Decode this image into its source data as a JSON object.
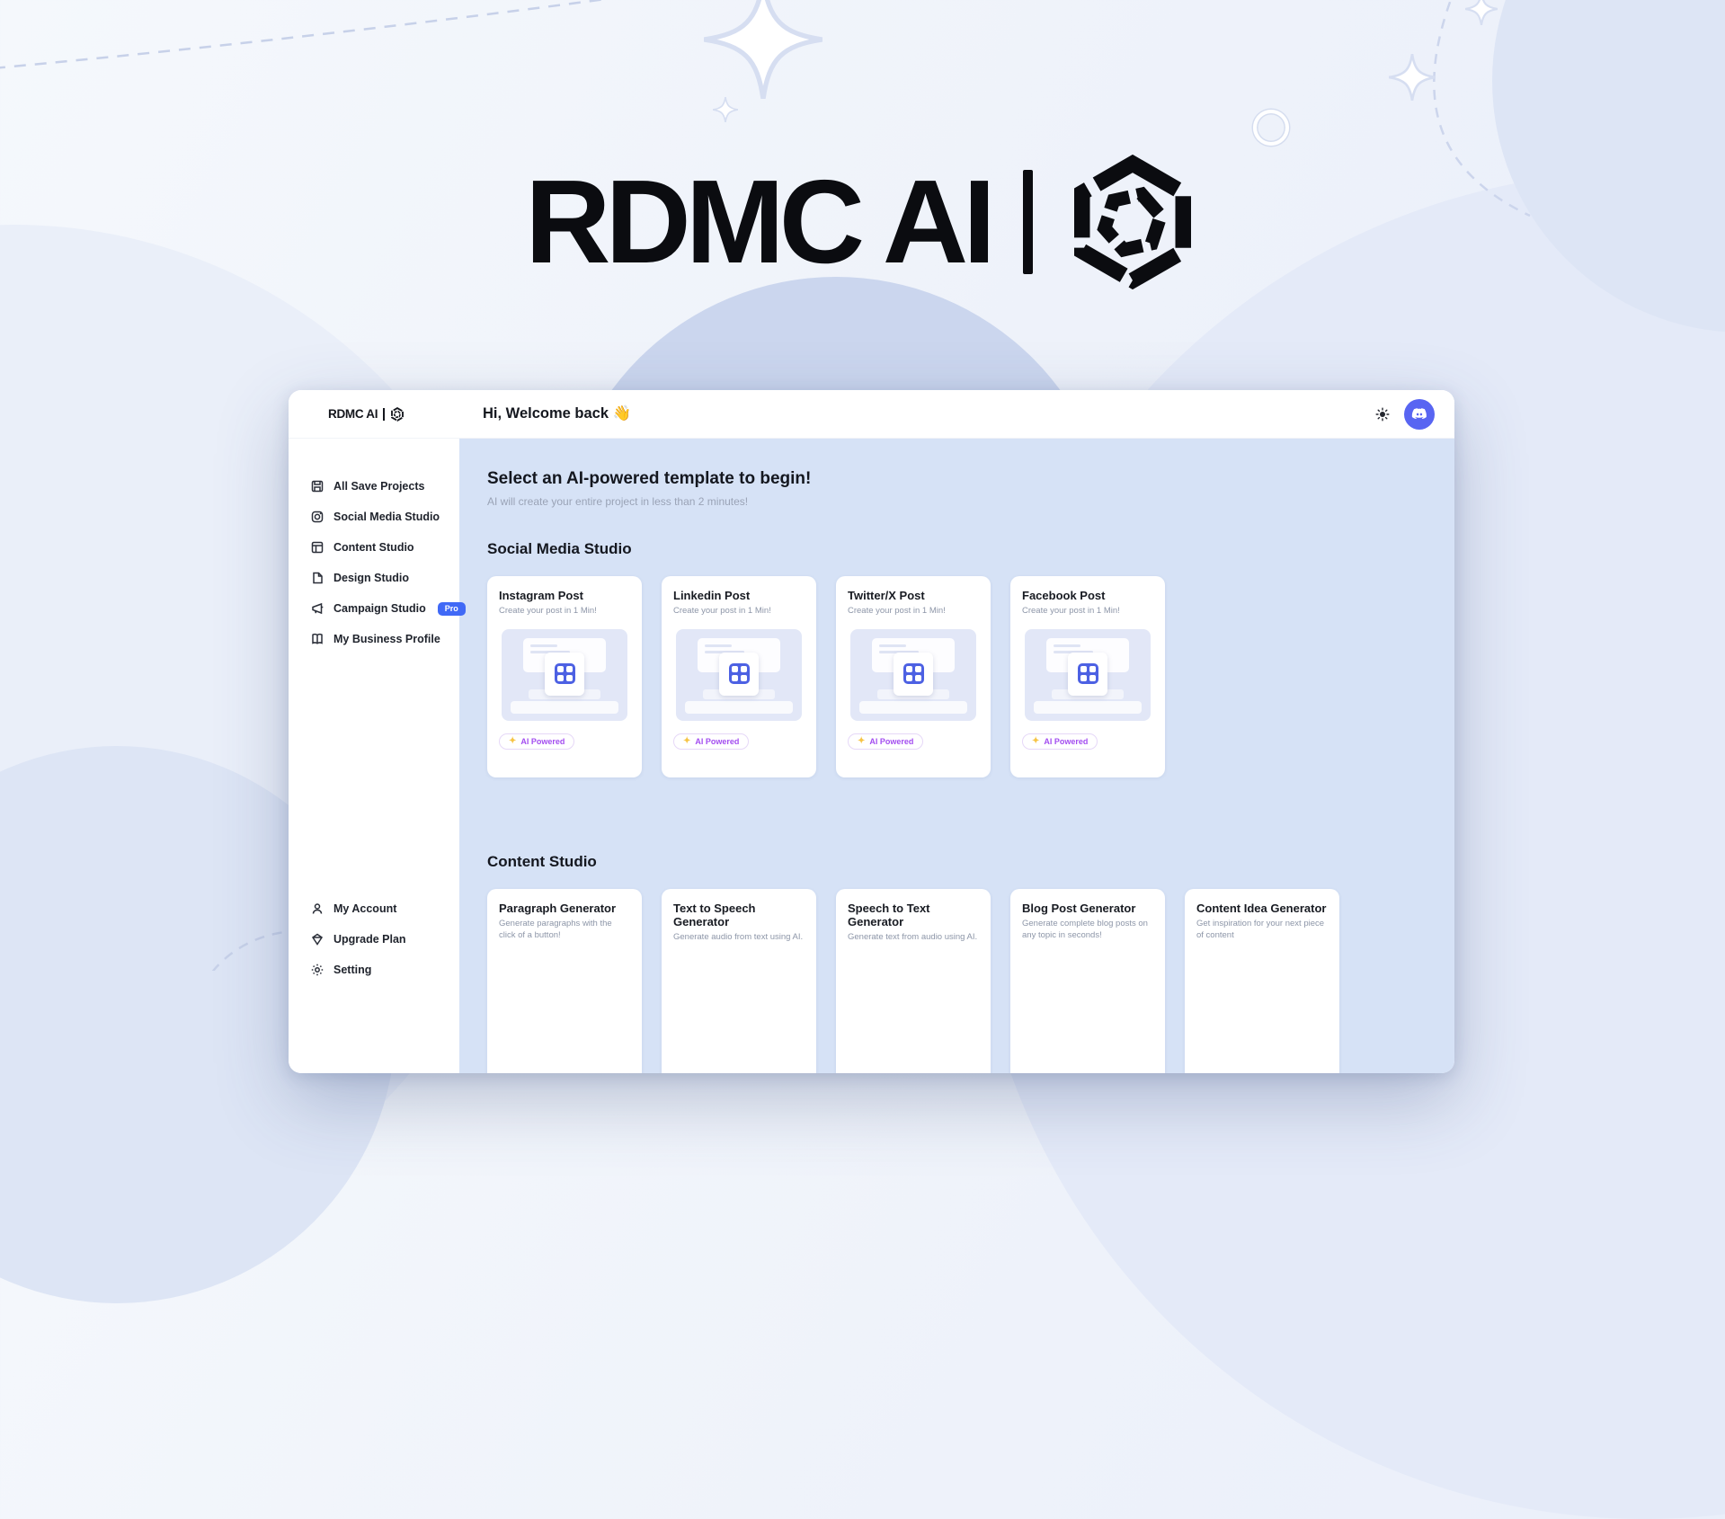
{
  "hero": {
    "brand": "RDMC AI"
  },
  "window": {
    "titlebar": {
      "brand": "RDMC AI",
      "greeting": "Hi, Welcome back 👋"
    },
    "sidebar": {
      "items": [
        {
          "label": "All Save Projects",
          "icon": "save-projects-icon"
        },
        {
          "label": "Social Media Studio",
          "icon": "social-media-icon"
        },
        {
          "label": "Content Studio",
          "icon": "content-studio-icon"
        },
        {
          "label": "Design Studio",
          "icon": "design-studio-icon"
        },
        {
          "label": "Campaign Studio",
          "icon": "campaign-studio-icon",
          "badge": "Pro"
        },
        {
          "label": "My Business Profile",
          "icon": "business-profile-icon"
        }
      ],
      "footer_items": [
        {
          "label": "My Account",
          "icon": "account-icon"
        },
        {
          "label": "Upgrade Plan",
          "icon": "upgrade-icon"
        },
        {
          "label": "Setting",
          "icon": "settings-icon"
        }
      ]
    },
    "main": {
      "title": "Select an AI-powered template to begin!",
      "subtitle": "AI will create your entire project in less than 2 minutes!",
      "sections": [
        {
          "title": "Social Media Studio",
          "cards": [
            {
              "title": "Instagram Post",
              "description": "Create your post in 1 Min!",
              "badge_label": "AI Powered"
            },
            {
              "title": "Linkedin Post",
              "description": "Create your post in 1 Min!",
              "badge_label": "AI Powered"
            },
            {
              "title": "Twitter/X Post",
              "description": "Create your post in 1 Min!",
              "badge_label": "AI Powered"
            },
            {
              "title": "Facebook Post",
              "description": "Create your post in 1 Min!",
              "badge_label": "AI Powered"
            }
          ]
        },
        {
          "title": "Content Studio",
          "cards": [
            {
              "title": "Paragraph Generator",
              "description": "Generate paragraphs with the click of a button!"
            },
            {
              "title": "Text to Speech Generator",
              "description": "Generate audio from text using AI."
            },
            {
              "title": "Speech to Text Generator",
              "description": "Generate text from audio using AI."
            },
            {
              "title": "Blog Post Generator",
              "description": "Generate complete blog posts on any topic in seconds!"
            },
            {
              "title": "Content Idea Generator",
              "description": "Get inspiration for your next piece of content"
            }
          ]
        }
      ]
    }
  },
  "colors": {
    "pro_badge": "#4069f6",
    "ai_badge_text": "#a34df0",
    "avatar_discord": "#5865F2",
    "main_background": "#d6e2f6",
    "logo_black": "#0b0c10"
  }
}
